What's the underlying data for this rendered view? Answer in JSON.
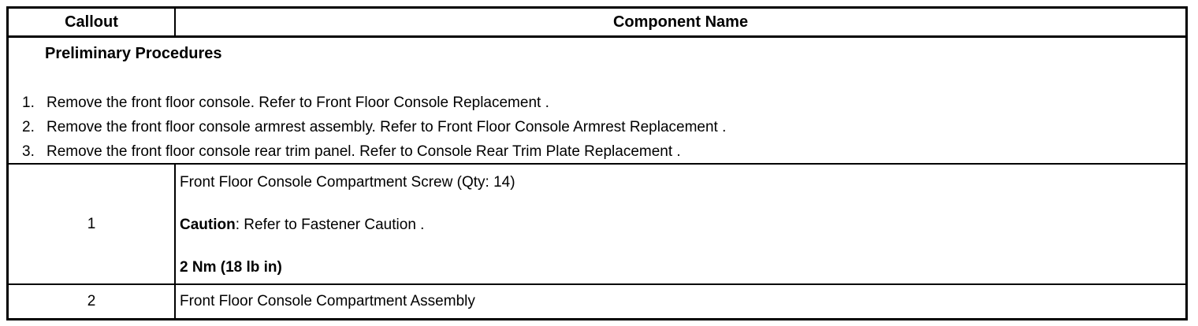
{
  "table": {
    "header": {
      "callout": "Callout",
      "component_name": "Component Name"
    },
    "preliminary": {
      "title": "Preliminary Procedures",
      "steps": [
        {
          "num": "1.",
          "text": "Remove the front floor console. Refer to Front Floor Console Replacement ."
        },
        {
          "num": "2.",
          "text": "Remove the front floor console armrest assembly. Refer to Front Floor Console Armrest Replacement ."
        },
        {
          "num": "3.",
          "text": "Remove the front floor console rear trim panel. Refer to Console Rear Trim Plate Replacement ."
        }
      ]
    },
    "rows": [
      {
        "callout": "1",
        "name": "Front Floor Console Compartment Screw (Qty: 14)",
        "caution_label": "Caution",
        "caution_text": ": Refer to Fastener Caution .",
        "torque": "2 Nm (18 lb in)"
      },
      {
        "callout": "2",
        "name": "Front Floor Console Compartment Assembly"
      }
    ]
  }
}
